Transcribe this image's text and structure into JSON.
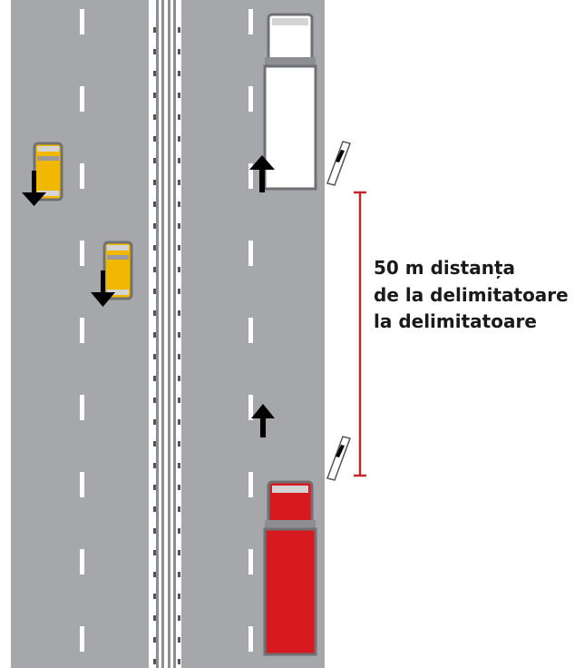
{
  "distance_label": {
    "lines": [
      "50 m distanța",
      "de la delimitatoare",
      "la delimitatoare"
    ],
    "color": "#c62828"
  },
  "colors": {
    "road": "#a5a7aa",
    "lane_mark": "#ffffff",
    "car": "#f0b800",
    "truck_white": "#ffffff",
    "truck_red": "#d71920",
    "truck_outline": "#6f7174",
    "arrow": "#000000"
  },
  "scene": {
    "left_carriageway_direction": "down",
    "right_carriageway_direction": "up",
    "vehicles": [
      "yellow-car",
      "yellow-car",
      "white-truck",
      "red-truck"
    ],
    "delineator_posts": 2
  }
}
